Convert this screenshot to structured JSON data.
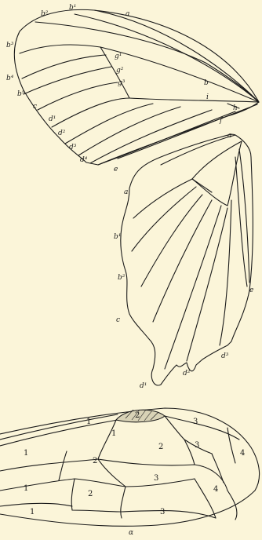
{
  "background": "#fbf5d9",
  "ink": "#1a1a1a",
  "figures": {
    "forewing": {
      "labels": {
        "a": "a",
        "b1": "b¹",
        "b2": "b²",
        "b3": "b³",
        "b4": "b⁴",
        "b5": "b⁵",
        "b": "b",
        "c": "c",
        "d1": "d¹",
        "d2": "d²",
        "d3": "d³",
        "d4": "d⁴",
        "e": "e",
        "f": "f",
        "g1": "g¹",
        "g2": "g²",
        "g3": "g³",
        "h": "h",
        "i": "i"
      }
    },
    "hindwing": {
      "labels": {
        "a_top": "a",
        "a_left": "a",
        "b1": "b¹",
        "b2": "b²",
        "c": "c",
        "d1": "d¹",
        "d2": "d²",
        "d3": "d³",
        "e": "e"
      }
    },
    "hymenoptera_wing": {
      "labels": {
        "stigma_pointer": "1",
        "stigma": "2",
        "cell_top_left": "1",
        "cell_top_right": "3",
        "left_upper": "1",
        "mid_upper": "2",
        "disc_upper": "2",
        "disc_upper_right": "3",
        "apical": "4",
        "left_mid": "1",
        "mid_lower": "2",
        "disc_lower": "3",
        "lower_right": "4",
        "left_lower": "1",
        "bottom": "3",
        "alpha": "α"
      }
    }
  }
}
